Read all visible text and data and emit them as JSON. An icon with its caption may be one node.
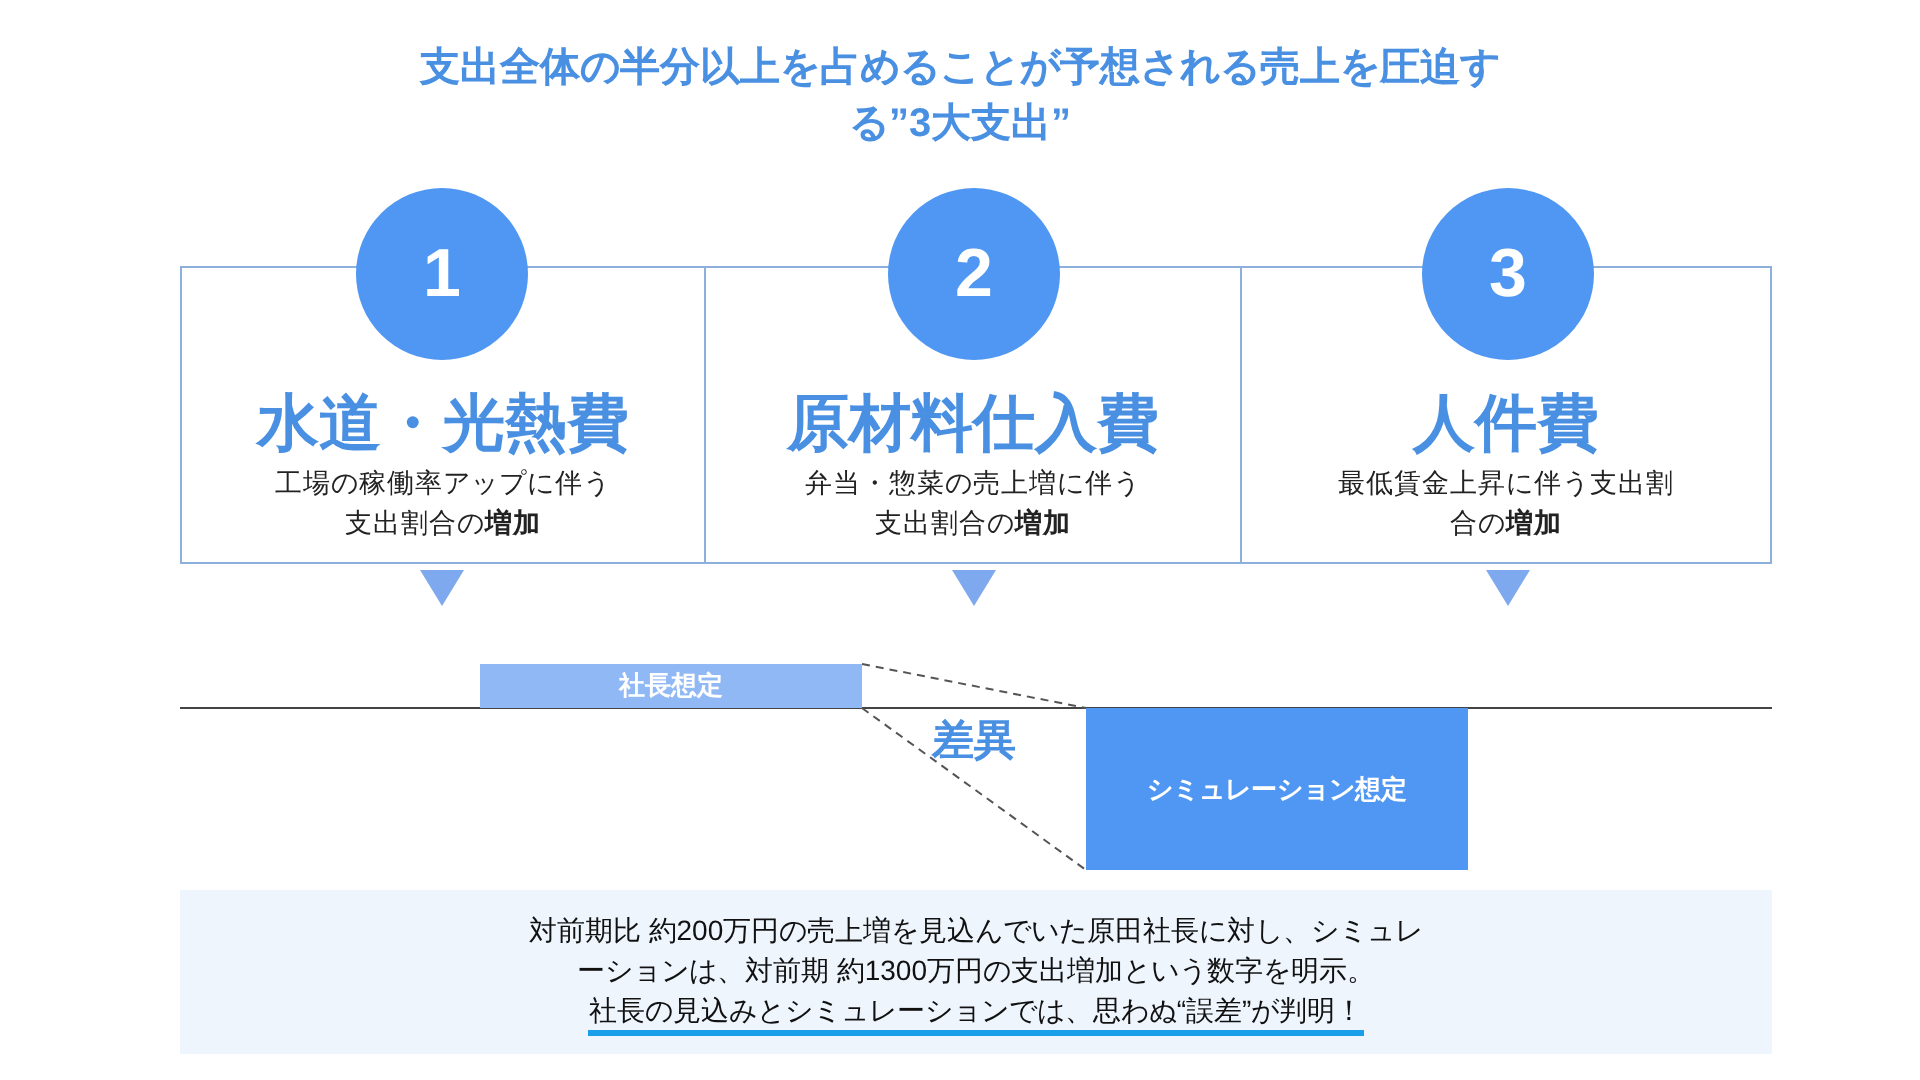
{
  "diagram": {
    "title": "支出全体の半分以上を占めることが予想される売上を圧迫する”3大支出”",
    "nodes": [
      {
        "text": [
          "1"
        ]
      },
      {
        "text": [
          "水道・光熱費",
          "工場の稼働率アップに伴う支出割合の**増加**"
        ]
      },
      {
        "text": [
          "2"
        ]
      },
      {
        "text": [
          "原材料仕入費",
          "弁当・惣菜の売上増に伴う支出割合の**増加**"
        ]
      },
      {
        "text": [
          "3"
        ]
      },
      {
        "text": [
          "人件費",
          "最低賃金上昇に伴う支出割合の**増加**"
        ]
      },
      {
        "text": [
          "社長想定"
        ]
      },
      {
        "text": [
          "シミュレーション想定"
        ]
      },
      {
        "text": [
          "対前期比 約200万円の売上増を見込んでいた原田社長に対し、シミュレーションは、対前期 約1300万円の支出増加という数字を明示。",
          "社長の見込みとシミュレーションでは、思わぬ“誤差”が判明！"
        ]
      }
    ],
    "edges": [
      {
        "from": 6,
        "to": 7,
        "arrow": "none",
        "style": "dashed"
      },
      {
        "from": 6,
        "to": 7,
        "arrow": "none",
        "style": "dashed"
      }
    ],
    "labels": [
      "差異"
    ]
  }
}
